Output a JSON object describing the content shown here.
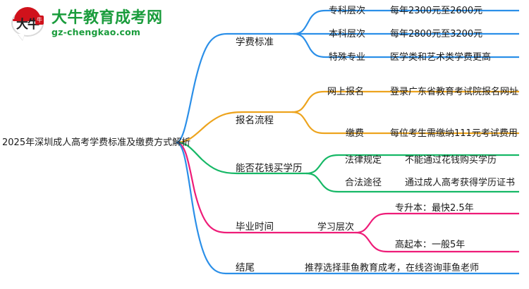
{
  "logo": {
    "mark_text": "大牛",
    "seal_glyph": "牛",
    "title": "大牛教育成考网",
    "subtitle": "gz-chengkao.com",
    "brand_green": "#1a9c3c",
    "brand_red": "#d0121b"
  },
  "mindmap": {
    "root": "2025年深圳成人高考学费标准及缴费方式解析",
    "colors": {
      "branch1": "#2b8fe8",
      "branch2": "#eda41e",
      "branch3": "#16b866",
      "branch4": "#ee1c78",
      "branch5": "#2b8fe8"
    },
    "branches": [
      {
        "label": "学费标准",
        "color": "#2b8fe8",
        "children": [
          {
            "label": "专科层次",
            "detail": "每年2300元至2600元"
          },
          {
            "label": "本科层次",
            "detail": "每年2800元至3200元"
          },
          {
            "label": "特殊专业",
            "detail": "医学类和艺术类学费更高"
          }
        ]
      },
      {
        "label": "报名流程",
        "color": "#eda41e",
        "children": [
          {
            "label": "网上报名",
            "detail": "登录广东省教育考试院报名网址"
          },
          {
            "label": "缴费",
            "detail": "每位考生需缴纳111元考试费用"
          }
        ]
      },
      {
        "label": "能否花钱买学历",
        "color": "#16b866",
        "children": [
          {
            "label": "法律规定",
            "detail": "不能通过花钱购买学历"
          },
          {
            "label": "合法途径",
            "detail": "通过成人高考获得学历证书"
          }
        ]
      },
      {
        "label": "毕业时间",
        "color": "#ee1c78",
        "children": [
          {
            "label": "学习层次",
            "detail": ""
          }
        ],
        "grandchildren": [
          "专升本：最快2.5年",
          "高起本：一般5年"
        ]
      },
      {
        "label": "结尾",
        "color": "#2b8fe8",
        "children": [
          {
            "label": "推荐选择菲鱼教育成考，在线咨询菲鱼老师",
            "detail": ""
          }
        ]
      }
    ]
  }
}
